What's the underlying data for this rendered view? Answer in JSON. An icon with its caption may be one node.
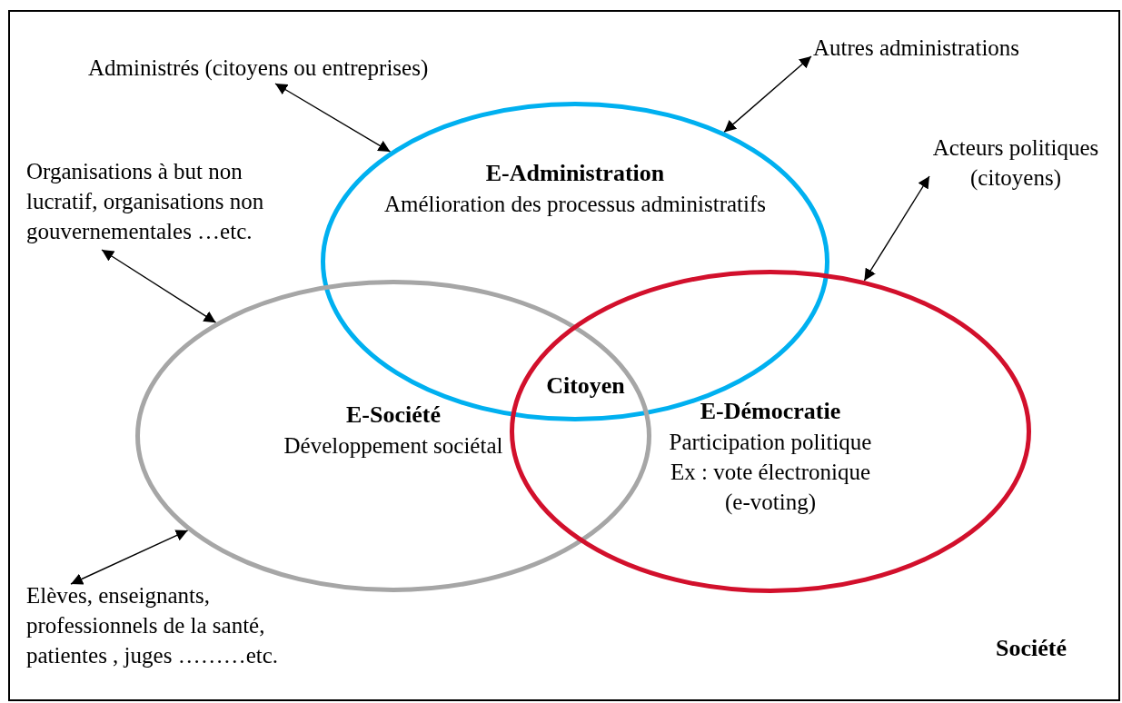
{
  "diagram": {
    "nodes": [
      {
        "text": [
          "Société"
        ]
      },
      {
        "text": [
          "E-Administration",
          "Amélioration des processus administratifs"
        ],
        "in": 0
      },
      {
        "text": [
          "E-Société",
          "Développement sociétal"
        ],
        "in": 0
      },
      {
        "text": [
          "E-Démocratie",
          "Participation politique",
          "Ex : vote électronique (e-voting)"
        ],
        "in": 0
      },
      {
        "text": [
          "Administrés (citoyens ou entreprises)"
        ],
        "in": 0
      },
      {
        "text": [
          "Autres administrations"
        ],
        "in": 0
      },
      {
        "text": [
          "Organisations à but non lucratif, organisations non gouvernementales …etc."
        ],
        "in": 0
      },
      {
        "text": [
          "Acteurs politiques (citoyens)"
        ],
        "in": 0
      },
      {
        "text": [
          "Elèves, enseignants, professionnels de la santé, patientes , juges ………etc."
        ],
        "in": 0
      }
    ],
    "edges": [
      {
        "from": 4,
        "to": 1,
        "arrow": "both"
      },
      {
        "from": 5,
        "to": 1,
        "arrow": "both"
      },
      {
        "from": 6,
        "to": 2,
        "arrow": "both"
      },
      {
        "from": 7,
        "to": 3,
        "arrow": "both"
      },
      {
        "from": 8,
        "to": 2,
        "arrow": "both"
      }
    ],
    "labels": [
      "Citoyen"
    ]
  }
}
